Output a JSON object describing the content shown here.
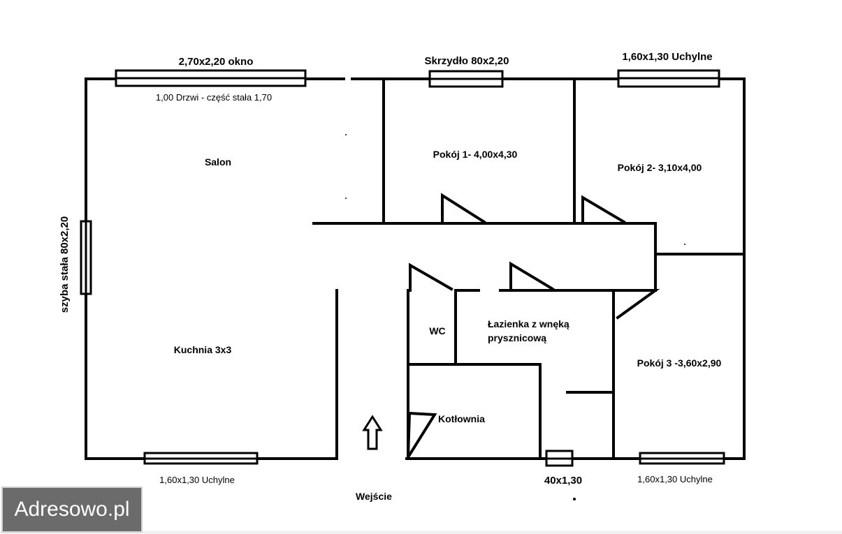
{
  "labels": {
    "top_window_salon": "2,70x2,20 okno",
    "salon_door": "1,00 Drzwi - część stała 1,70",
    "top_window_room1": "Skrzydło 80x2,20",
    "top_window_room2": "1,60x1,30 Uchylne",
    "salon": "Salon",
    "room1": "Pokój 1- 4,00x4,30",
    "room2": "Pokój 2- 3,10x4,00",
    "side_window": "szyba stała 80x2,20",
    "kitchen": "Kuchnia 3x3",
    "wc": "WC",
    "bathroom_line1": "Łazienka z wnęką",
    "bathroom_line2": "prysznicową",
    "room3": "Pokój 3 -3,60x2,90",
    "boiler_room": "Kotłownia",
    "bottom_window_kitchen": "1,60x1,30 Uchylne",
    "entrance": "Wejście",
    "small_window": "40x1,30",
    "bottom_window_room3": "1,60x1,30 Uchylne"
  },
  "watermark": "Adresowo.pl",
  "colors": {
    "line": "#000000",
    "watermark_bg": "#6b6b6b",
    "watermark_text": "#ffffff"
  },
  "icons": {
    "entrance": "arrow-up-icon"
  }
}
